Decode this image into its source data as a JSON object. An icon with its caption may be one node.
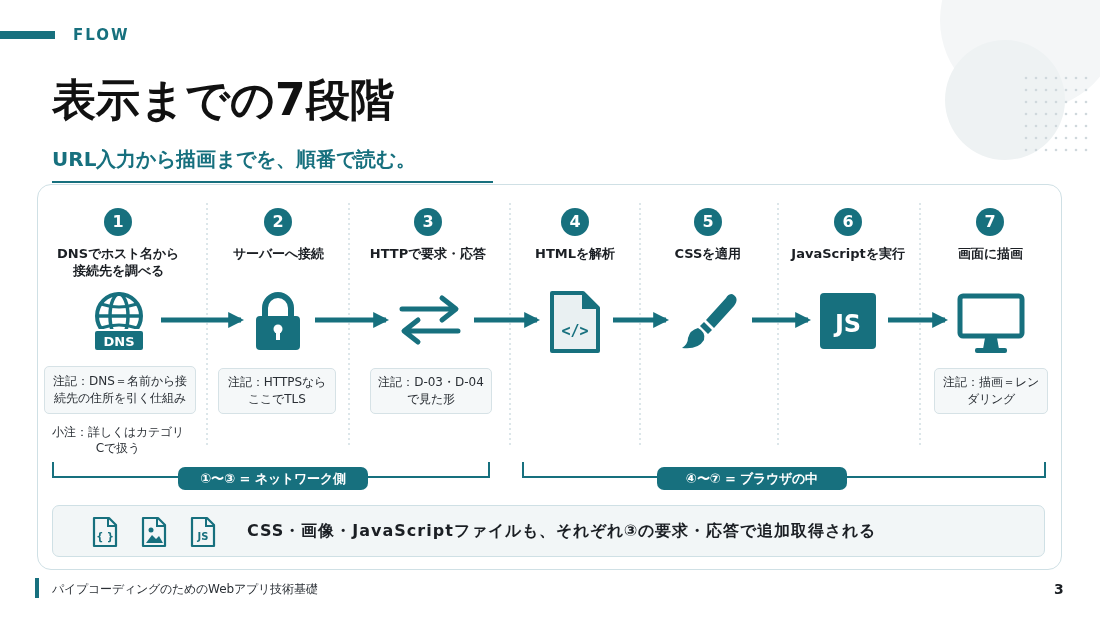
{
  "diagram": {
    "title": "表示までの7段階",
    "nodes": [
      {
        "text": [
          "1",
          "DNSでホスト名から接続先を調べる"
        ]
      },
      {
        "text": [
          "DNS"
        ]
      },
      {
        "text": [
          "注記：DNS＝名前から接続先の住所を引く仕組み"
        ]
      },
      {
        "text": [
          "2",
          "サーバーへ接続"
        ]
      },
      {
        "text": [],
        "shape": "lock"
      },
      {
        "text": [
          "注記：HTTPSならここでTLS"
        ]
      },
      {
        "text": [
          "3",
          "HTTPで要求・応答"
        ]
      },
      {
        "text": [],
        "shape": "arrows"
      },
      {
        "text": [
          "注記：D-03・D-04で見た形"
        ]
      },
      {
        "text": [
          "4",
          "HTMLを解析"
        ]
      },
      {
        "text": [
          "</>"
        ]
      },
      {
        "text": [
          "5",
          "CSSを適用"
        ]
      },
      {
        "text": [],
        "shape": "brush"
      },
      {
        "text": [
          "6",
          "JavaScriptを実行"
        ]
      },
      {
        "text": [
          "JS"
        ]
      },
      {
        "text": [
          "7",
          "画面に描画"
        ]
      },
      {
        "text": [],
        "shape": "monitor"
      },
      {
        "text": [
          "注記：描画＝レンダリング"
        ]
      },
      {
        "text": [
          "①〜③ = ネットワーク側"
        ]
      },
      {
        "text": [
          "④〜⑦ = ブラウザの中"
        ]
      },
      {
        "text": [
          "CSS・画像・JavaScriptファイルも、それぞれ③の要求・応答で追加取得される"
        ]
      }
    ],
    "edges": [
      {
        "from": 1,
        "to": 4,
        "arrow": "to"
      },
      {
        "from": 4,
        "to": 7,
        "arrow": "to"
      },
      {
        "from": 7,
        "to": 10,
        "arrow": "to"
      },
      {
        "from": 10,
        "to": 12,
        "arrow": "to"
      },
      {
        "from": 12,
        "to": 14,
        "arrow": "to"
      },
      {
        "from": 14,
        "to": 16,
        "arrow": "to"
      }
    ],
    "labels": [
      "FLOW",
      "URL入力から描画までを、順番で読む。",
      "小注：詳しくはカテゴリCで扱う",
      "{ }",
      "JS",
      "パイプコーディングのためのWebアプリ技術基礎",
      "3"
    ]
  }
}
